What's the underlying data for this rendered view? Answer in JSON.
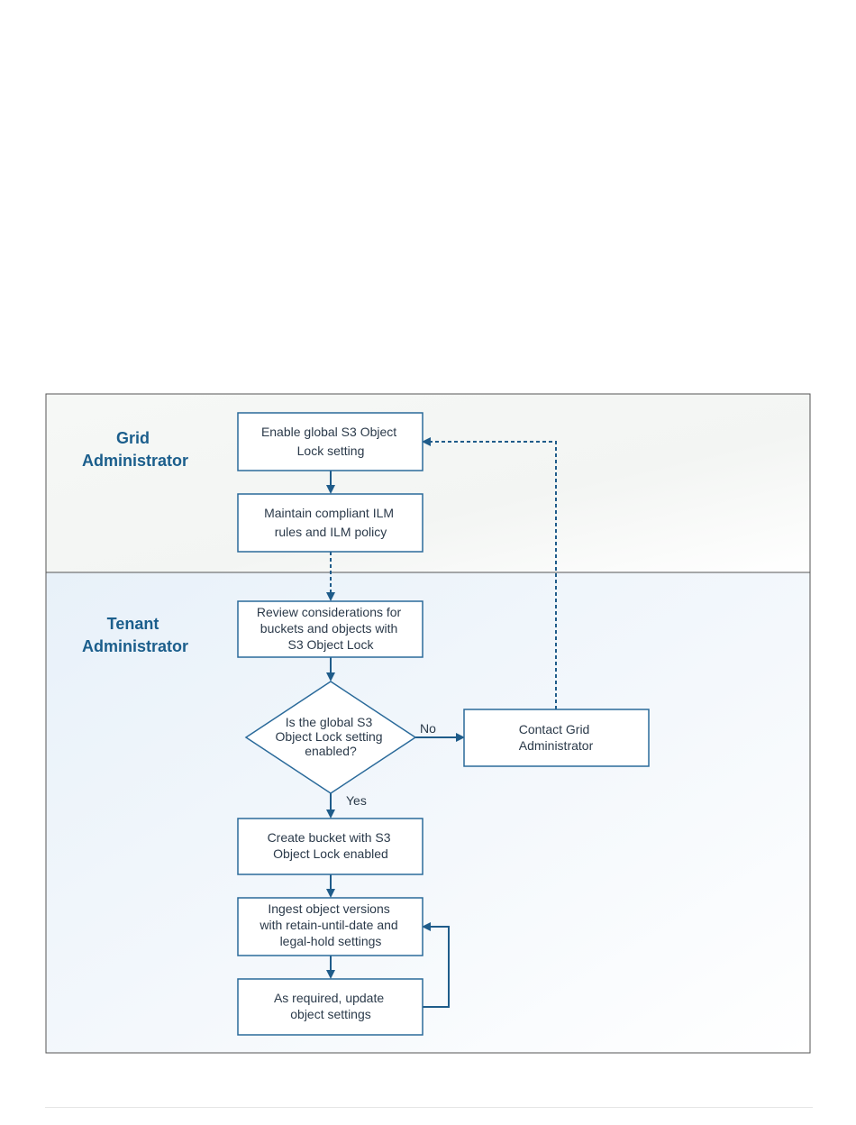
{
  "lanes": {
    "grid": {
      "title_line1": "Grid",
      "title_line2": "Administrator"
    },
    "tenant": {
      "title_line1": "Tenant",
      "title_line2": "Administrator"
    }
  },
  "steps": {
    "enable_global": [
      "Enable global S3 Object",
      "Lock setting"
    ],
    "maintain_ilm": [
      "Maintain compliant ILM",
      "rules and ILM policy"
    ],
    "review_considerations": [
      "Review considerations for",
      "buckets and objects with",
      "S3 Object Lock"
    ],
    "decision": [
      "Is the global S3",
      "Object Lock setting",
      "enabled?"
    ],
    "contact_admin": [
      "Contact Grid",
      "Administrator"
    ],
    "create_bucket": [
      "Create bucket with S3",
      "Object Lock enabled"
    ],
    "ingest_objects": [
      "Ingest object versions",
      "with retain-until-date and",
      "legal-hold settings"
    ],
    "update_settings": [
      "As required, update",
      "object settings"
    ]
  },
  "labels": {
    "no": "No",
    "yes": "Yes"
  },
  "colors": {
    "title": "#1b5e8c",
    "stroke": "#2a6a9a",
    "arrow": "#1f5c8a",
    "text": "#2b3a4a",
    "frame": "#555555"
  }
}
